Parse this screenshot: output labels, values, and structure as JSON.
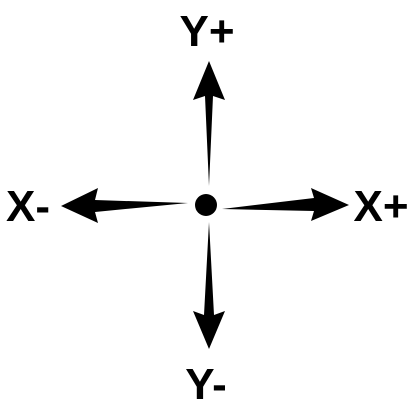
{
  "diagram": {
    "labels": {
      "y_plus": "Y+",
      "y_minus": "Y-",
      "x_plus": "X+",
      "x_minus": "X-"
    },
    "colors": {
      "ink": "#000000",
      "background": "#ffffff"
    }
  }
}
